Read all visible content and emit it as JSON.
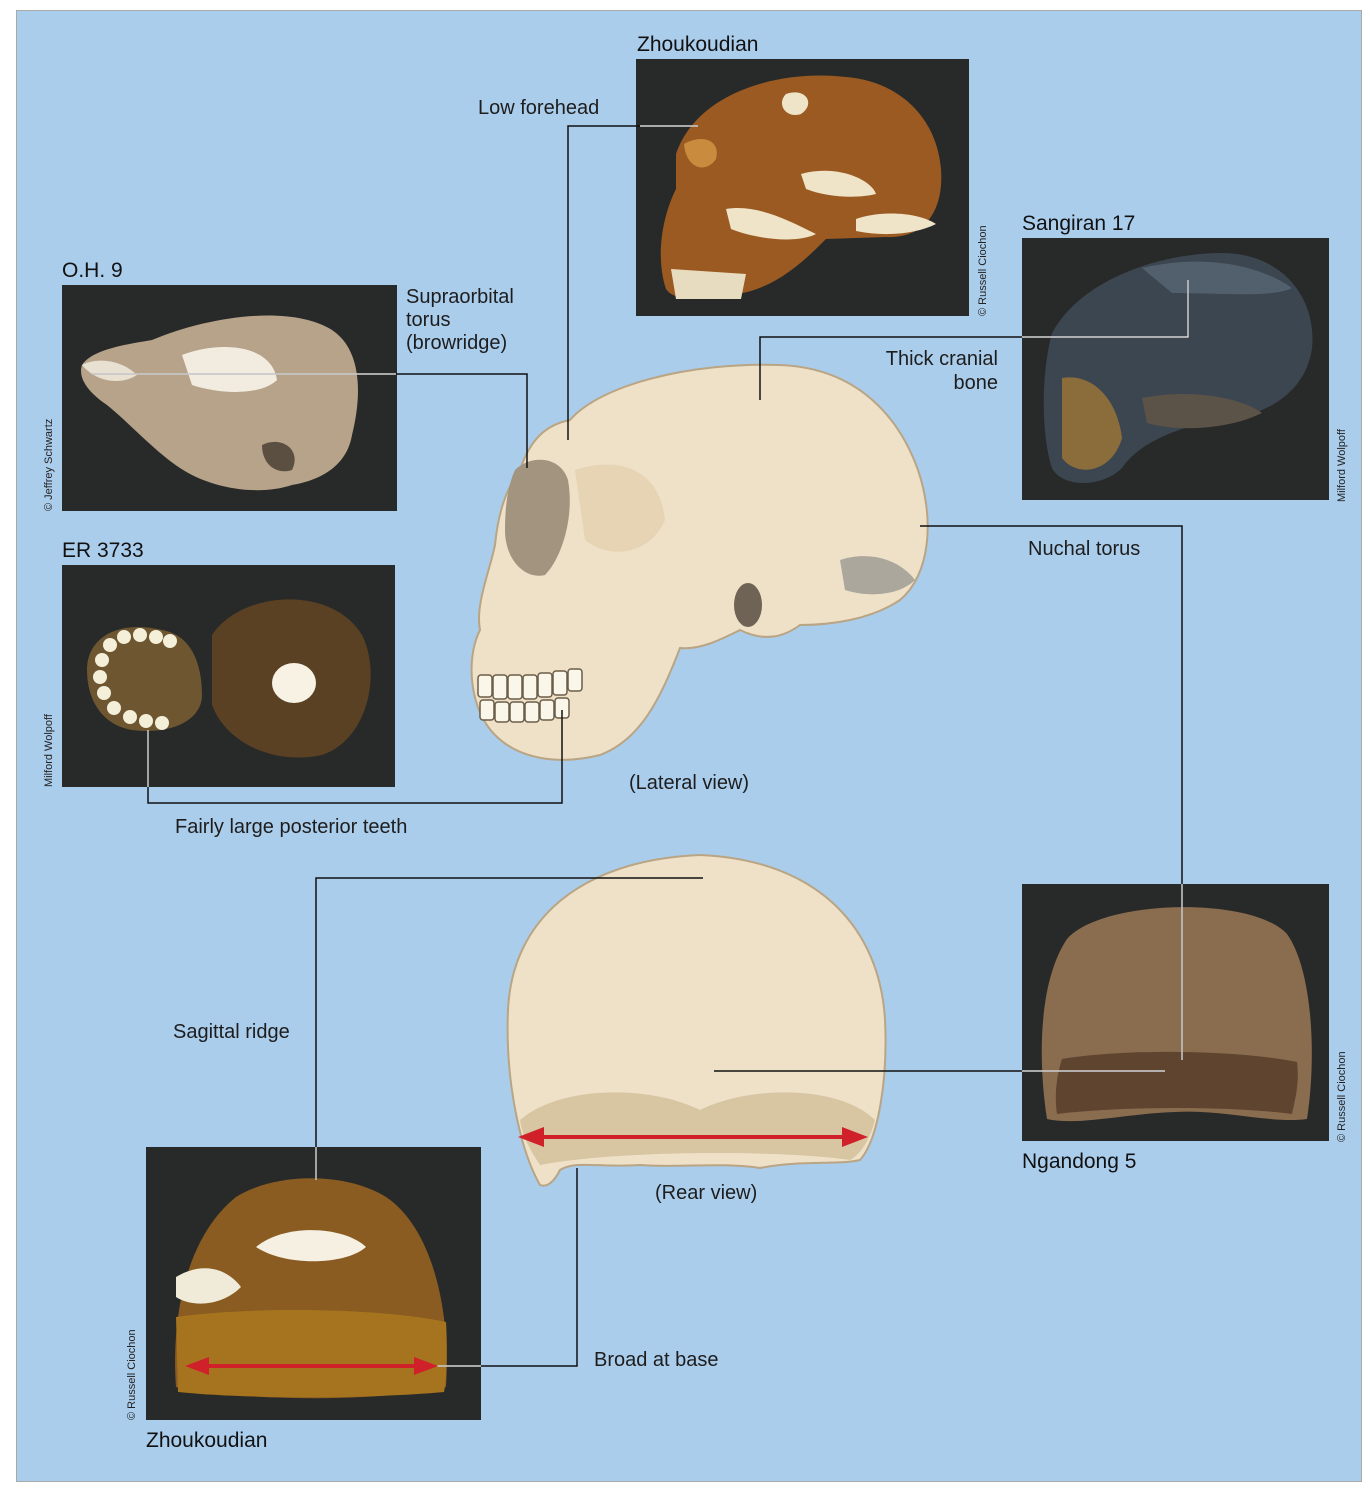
{
  "specimens": {
    "zhoukoudian_top": "Zhoukoudian",
    "sangiran": "Sangiran 17",
    "oh9": "O.H. 9",
    "er3733": "ER 3733",
    "ngandong": "Ngandong 5",
    "zhoukoudian_bottom": "Zhoukoudian"
  },
  "labels": {
    "low_forehead": "Low forehead",
    "supraorbital_1": "Supraorbital",
    "supraorbital_2": "torus",
    "supraorbital_3": "(browridge)",
    "thick_1": "Thick cranial",
    "thick_2": "bone",
    "nuchal": "Nuchal torus",
    "posterior_teeth": "Fairly large posterior teeth",
    "lateral_view": "(Lateral view)",
    "sagittal": "Sagittal ridge",
    "rear_view": "(Rear view)",
    "broad_base": "Broad at base"
  },
  "credits": {
    "zhoukoudian_top": "© Russell Ciochon",
    "sangiran": "Milford Wolpoff",
    "oh9": "© Jeffrey Schwartz",
    "er3733": "Milford Wolpoff",
    "ngandong": "© Russell Ciochon",
    "zhoukoudian_bottom": "© Russell Ciochon"
  },
  "colors": {
    "background": "#abcdec",
    "photo_bg": "#282a29",
    "skull": "#efe1c8",
    "arrow": "#d0202a"
  }
}
